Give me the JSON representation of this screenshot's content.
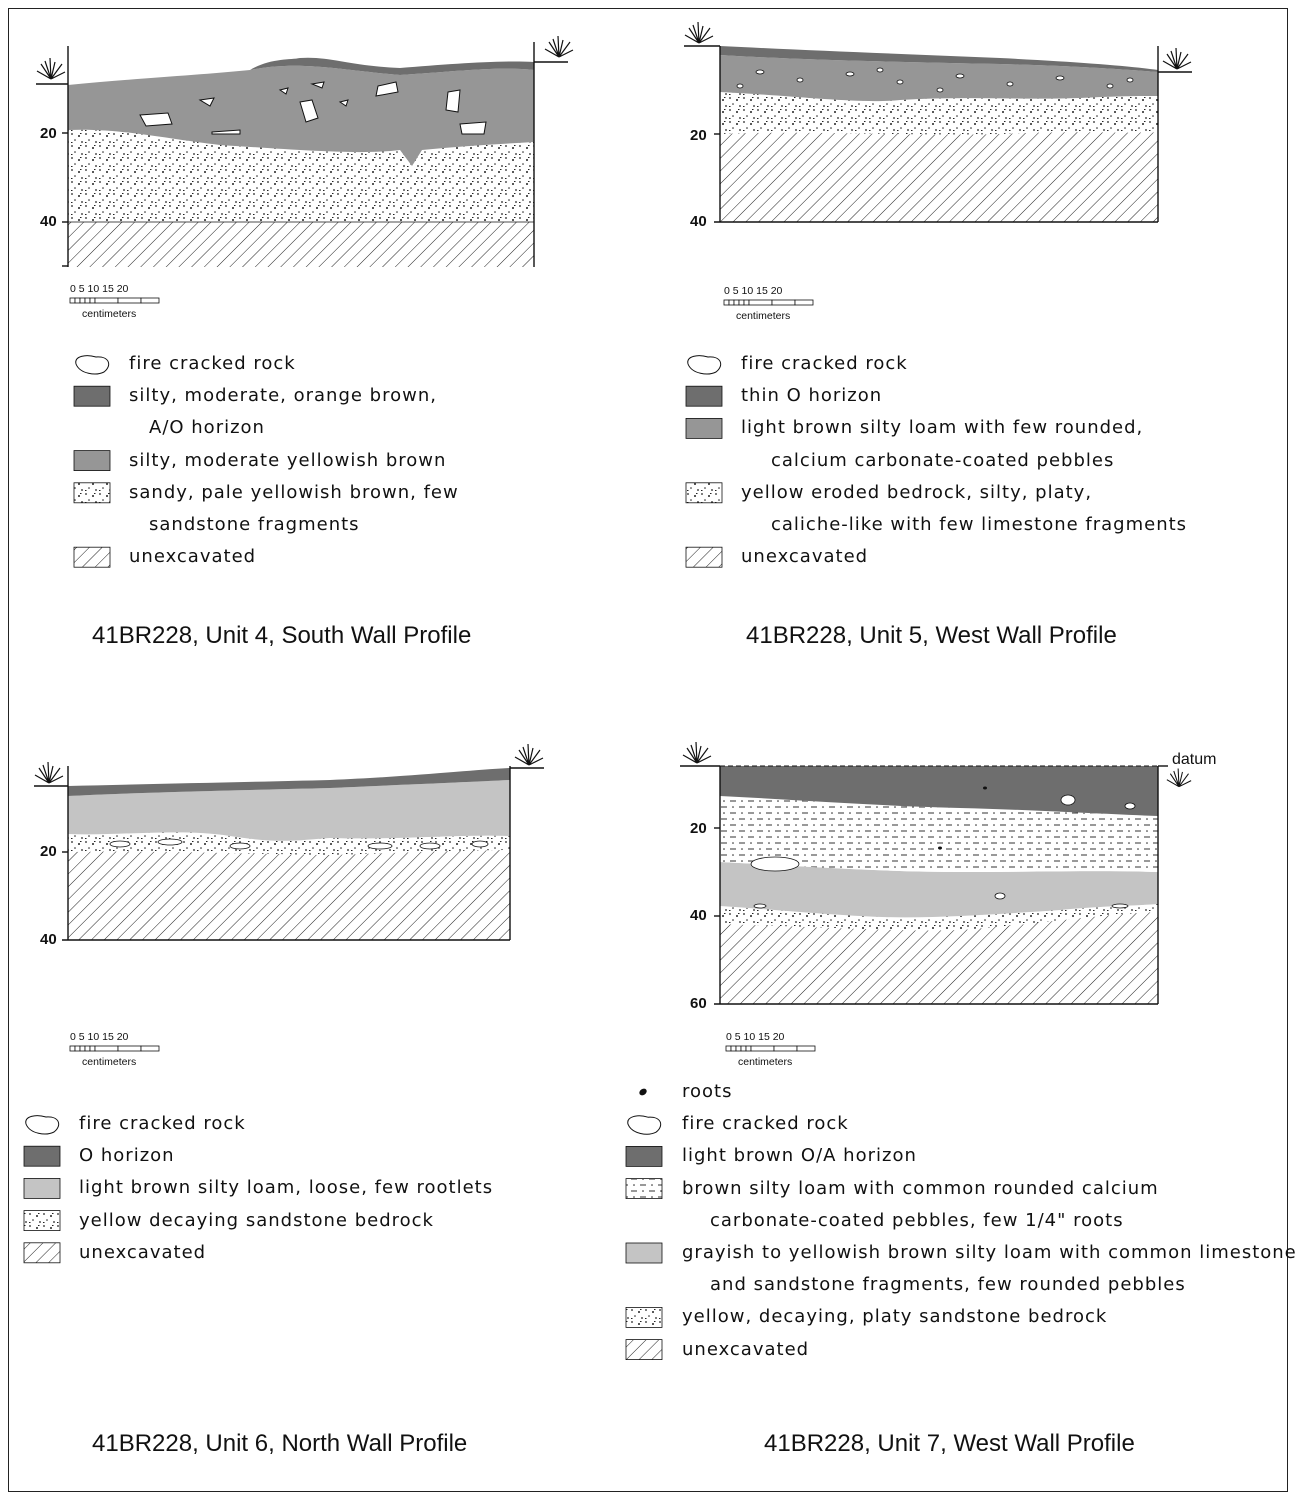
{
  "panels": [
    {
      "title": "41BR228, Unit 4, South Wall Profile",
      "depths": [
        "20",
        "40"
      ],
      "scale": {
        "ticks": "0  5  10 15  20",
        "unit": "centimeters"
      },
      "legend": [
        {
          "sym": "rock",
          "text": "fire cracked rock"
        },
        {
          "sym": "dark",
          "text": "silty, moderate, orange brown,"
        },
        {
          "sym": "",
          "text": "A/O horizon"
        },
        {
          "sym": "med",
          "text": "silty, moderate yellowish brown"
        },
        {
          "sym": "dots",
          "text": "sandy, pale yellowish brown, few"
        },
        {
          "sym": "",
          "text": "sandstone fragments"
        },
        {
          "sym": "hatch",
          "text": "unexcavated"
        }
      ]
    },
    {
      "title": "41BR228, Unit 5, West Wall Profile",
      "depths": [
        "20",
        "40"
      ],
      "scale": {
        "ticks": "0  5  10 15  20",
        "unit": "centimeters"
      },
      "legend": [
        {
          "sym": "rock",
          "text": "fire cracked rock"
        },
        {
          "sym": "dark",
          "text": "thin O horizon"
        },
        {
          "sym": "med",
          "text": "light brown silty loam with few rounded,"
        },
        {
          "sym": "",
          "text": "calcium carbonate-coated pebbles"
        },
        {
          "sym": "dots",
          "text": "yellow eroded bedrock, silty, platy,"
        },
        {
          "sym": "",
          "text": "caliche-like with few limestone fragments"
        },
        {
          "sym": "hatch",
          "text": "unexcavated"
        }
      ]
    },
    {
      "title": "41BR228, Unit 6, North Wall Profile",
      "depths": [
        "20",
        "40"
      ],
      "scale": {
        "ticks": "0  5  10 15  20",
        "unit": "centimeters"
      },
      "legend": [
        {
          "sym": "rock",
          "text": "fire cracked rock"
        },
        {
          "sym": "dark",
          "text": "O horizon"
        },
        {
          "sym": "light",
          "text": "light brown silty loam, loose, few rootlets"
        },
        {
          "sym": "dots",
          "text": "yellow decaying sandstone bedrock"
        },
        {
          "sym": "hatch",
          "text": "unexcavated"
        }
      ]
    },
    {
      "title": "41BR228, Unit 7, West Wall Profile",
      "depths": [
        "20",
        "40",
        "60"
      ],
      "datum": "datum",
      "scale": {
        "ticks": "0  5  10 15  20",
        "unit": "centimeters"
      },
      "legend": [
        {
          "sym": "root",
          "text": "roots"
        },
        {
          "sym": "rock",
          "text": "fire cracked rock"
        },
        {
          "sym": "dark",
          "text": "light brown O/A horizon"
        },
        {
          "sym": "dash",
          "text": "brown silty loam with common rounded calcium"
        },
        {
          "sym": "",
          "text": "carbonate-coated pebbles, few 1/4\" roots"
        },
        {
          "sym": "light",
          "text": "grayish to yellowish brown silty loam with common limestone"
        },
        {
          "sym": "",
          "text": "and sandstone fragments, few rounded pebbles"
        },
        {
          "sym": "dots",
          "text": "yellow, decaying, platy sandstone bedrock"
        },
        {
          "sym": "hatch",
          "text": "unexcavated"
        }
      ]
    }
  ],
  "colors": {
    "dark": "#6e6e6e",
    "med": "#969696",
    "light": "#c4c4c4",
    "line": "#111111"
  }
}
